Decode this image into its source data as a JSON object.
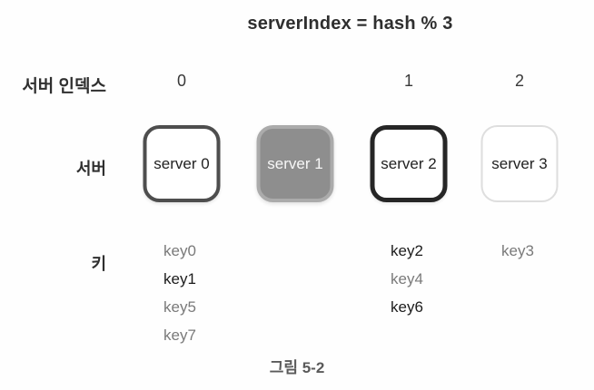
{
  "title": "serverIndex = hash % 3",
  "row_labels": {
    "server_index": "서버 인덱스",
    "server": "서버",
    "key": "키"
  },
  "caption": "그림 5-2",
  "columns": [
    {
      "index_label": "0",
      "server_label": "server 0",
      "style": "outlined-gray",
      "keys": [
        {
          "label": "key0",
          "muted": true
        },
        {
          "label": "key1",
          "muted": false
        },
        {
          "label": "key5",
          "muted": true
        },
        {
          "label": "key7",
          "muted": true
        }
      ]
    },
    {
      "index_label": "",
      "server_label": "server 1",
      "style": "filled-gray",
      "keys": []
    },
    {
      "index_label": "1",
      "server_label": "server 2",
      "style": "outlined-dark",
      "keys": [
        {
          "label": "key2",
          "muted": false
        },
        {
          "label": "key4",
          "muted": true
        },
        {
          "label": "key6",
          "muted": false
        }
      ]
    },
    {
      "index_label": "2",
      "server_label": "server 3",
      "style": "outlined-faint",
      "keys": [
        {
          "label": "key3",
          "muted": true
        }
      ]
    }
  ],
  "colors": {
    "text_dark": "#2f2f2f",
    "key_black": "#1c1c1c",
    "key_muted": "#7a7a7a",
    "server0_border": "#4e4e4e",
    "server1_fill": "#8e8e8e",
    "server1_border": "#ababab",
    "server1_text": "#f7f7f7",
    "server2_border": "#262626",
    "server3_border": "#dedede",
    "caption": "#5a5a5a"
  }
}
